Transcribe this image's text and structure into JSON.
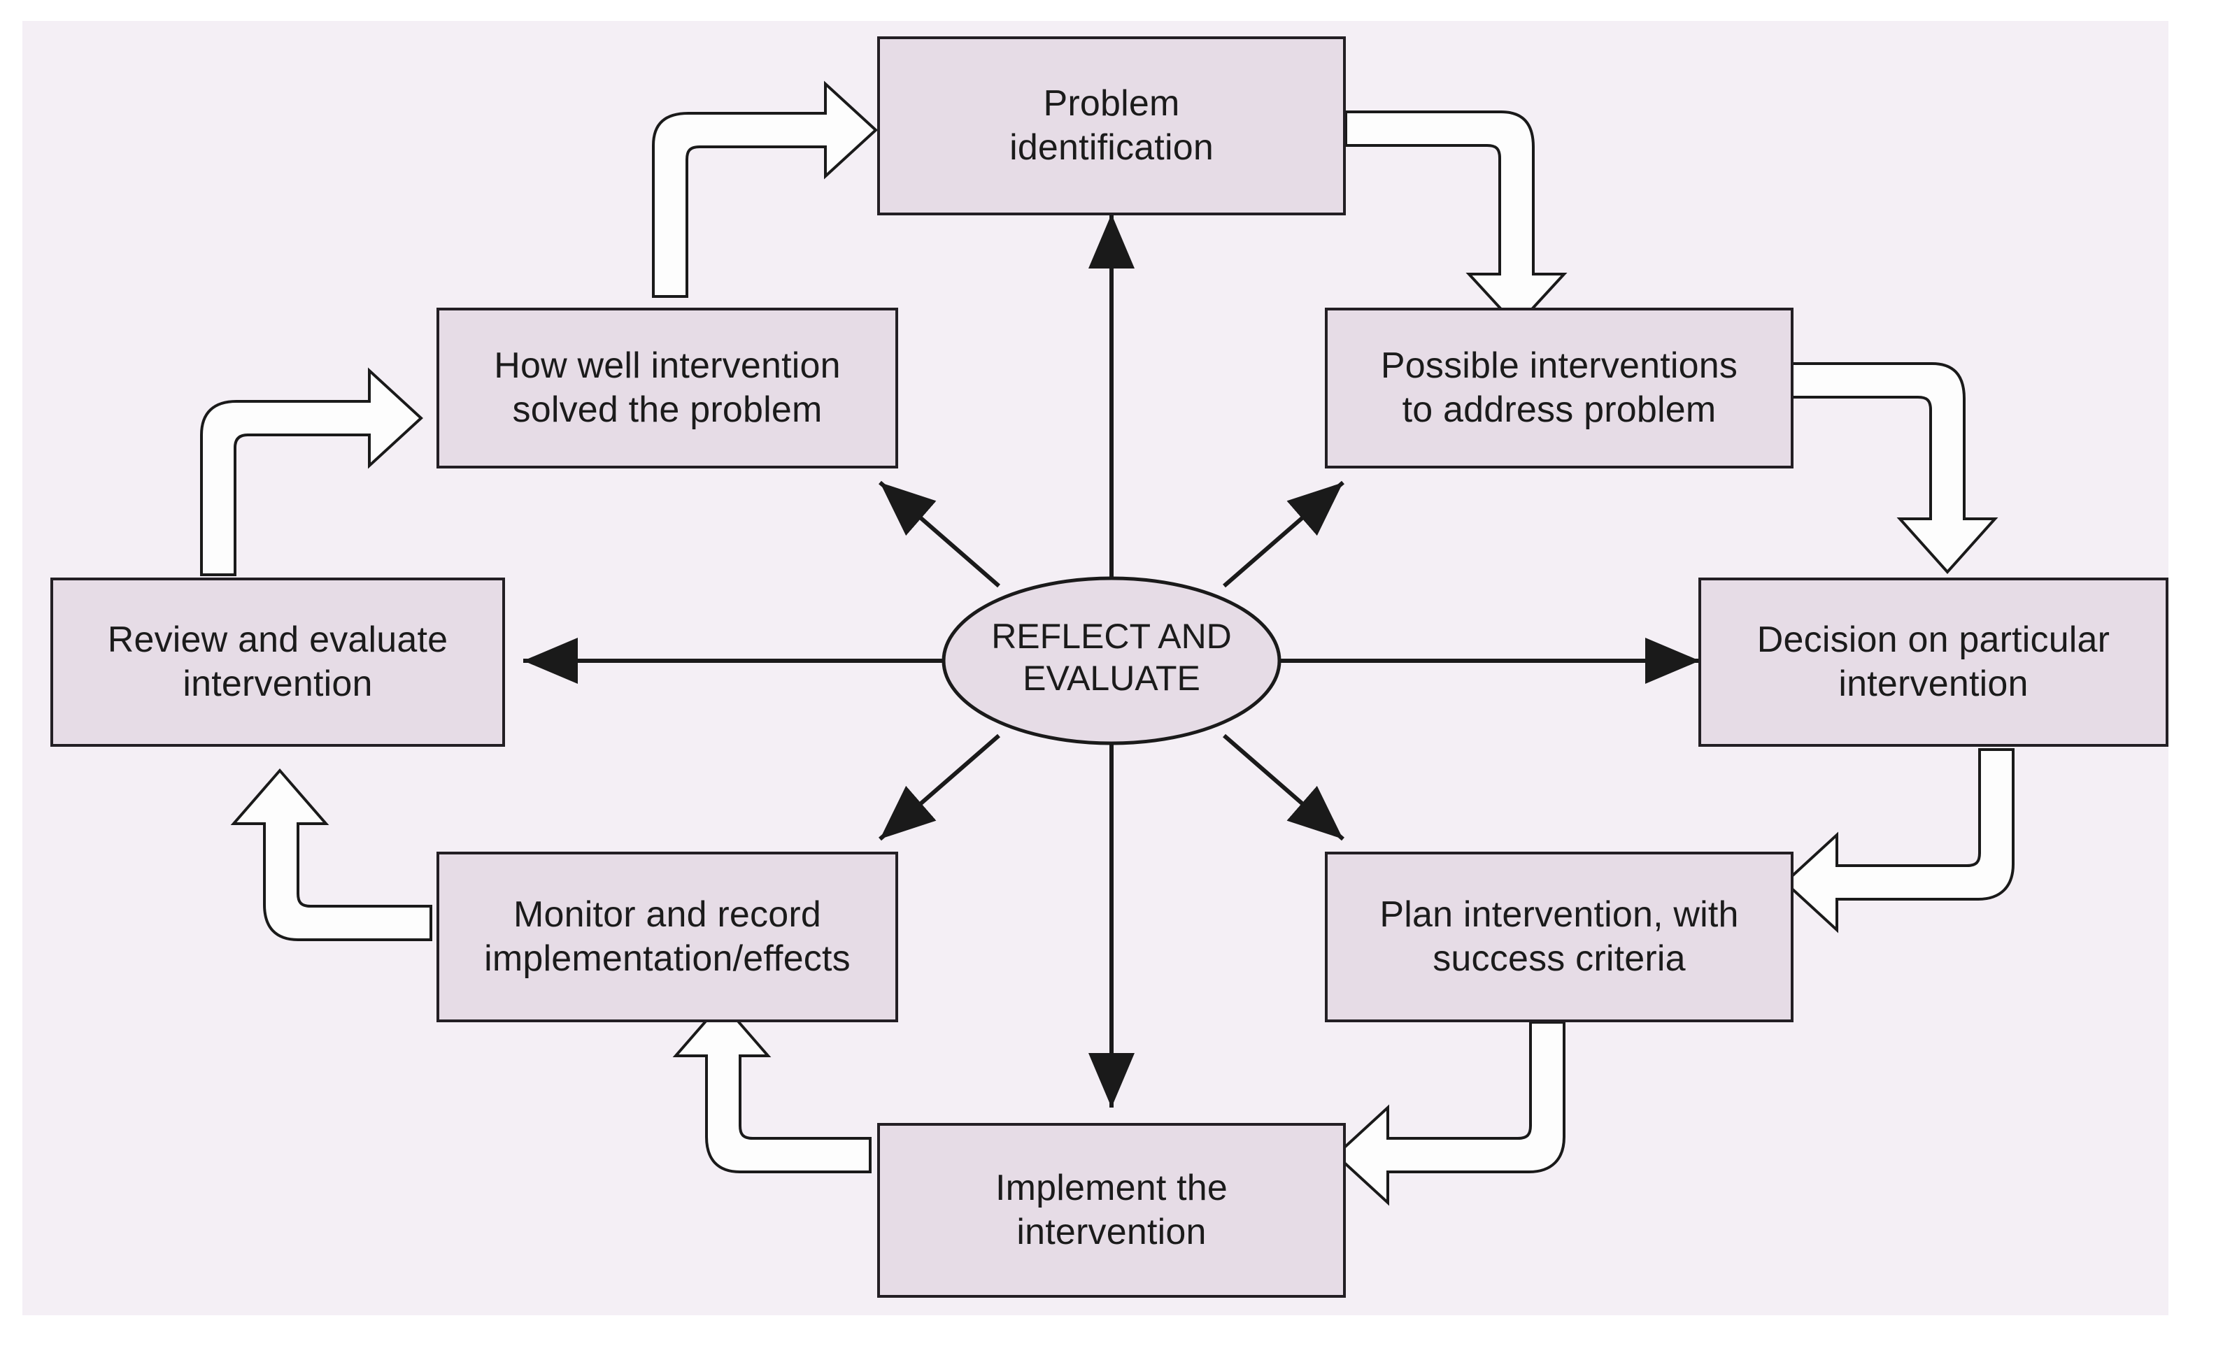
{
  "figure": {
    "title": "Reflect and evaluate problem-solving cycle",
    "background_color": "#f4eff5",
    "box_fill_color": "#e6dce6",
    "box_border_color": "#231f24",
    "arrow_fill_color": "#fdfdfd",
    "arrow_stroke_color": "#1a1a1a"
  },
  "hub": {
    "label": "REFLECT AND\nEVALUATE",
    "shape": "ellipse"
  },
  "nodes": [
    {
      "id": "problem-identification",
      "label": "Problem\nidentification",
      "position": "top"
    },
    {
      "id": "possible-interventions",
      "label": "Possible interventions\nto address problem",
      "position": "top-right"
    },
    {
      "id": "decision-on-intervention",
      "label": "Decision on particular\nintervention",
      "position": "right"
    },
    {
      "id": "plan-intervention",
      "label": "Plan intervention, with\nsuccess criteria",
      "position": "bottom-right"
    },
    {
      "id": "implement-intervention",
      "label": "Implement the\nintervention",
      "position": "bottom"
    },
    {
      "id": "monitor-and-record",
      "label": "Monitor and record\nimplementation/effects",
      "position": "bottom-left"
    },
    {
      "id": "review-and-evaluate",
      "label": "Review and evaluate\nintervention",
      "position": "left"
    },
    {
      "id": "how-well-solved",
      "label": "How well intervention\nsolved the problem",
      "position": "top-left"
    }
  ],
  "cycle_arrows": [
    {
      "from": "problem-identification",
      "to": "possible-interventions"
    },
    {
      "from": "possible-interventions",
      "to": "decision-on-intervention"
    },
    {
      "from": "decision-on-intervention",
      "to": "plan-intervention"
    },
    {
      "from": "plan-intervention",
      "to": "implement-intervention"
    },
    {
      "from": "implement-intervention",
      "to": "monitor-and-record"
    },
    {
      "from": "monitor-and-record",
      "to": "review-and-evaluate"
    },
    {
      "from": "review-and-evaluate",
      "to": "how-well-solved"
    },
    {
      "from": "how-well-solved",
      "to": "problem-identification"
    }
  ],
  "hub_connectors": [
    {
      "to": "problem-identification"
    },
    {
      "to": "possible-interventions"
    },
    {
      "to": "decision-on-intervention"
    },
    {
      "to": "plan-intervention"
    },
    {
      "to": "implement-intervention"
    },
    {
      "to": "monitor-and-record"
    },
    {
      "to": "review-and-evaluate"
    },
    {
      "to": "how-well-solved"
    }
  ]
}
